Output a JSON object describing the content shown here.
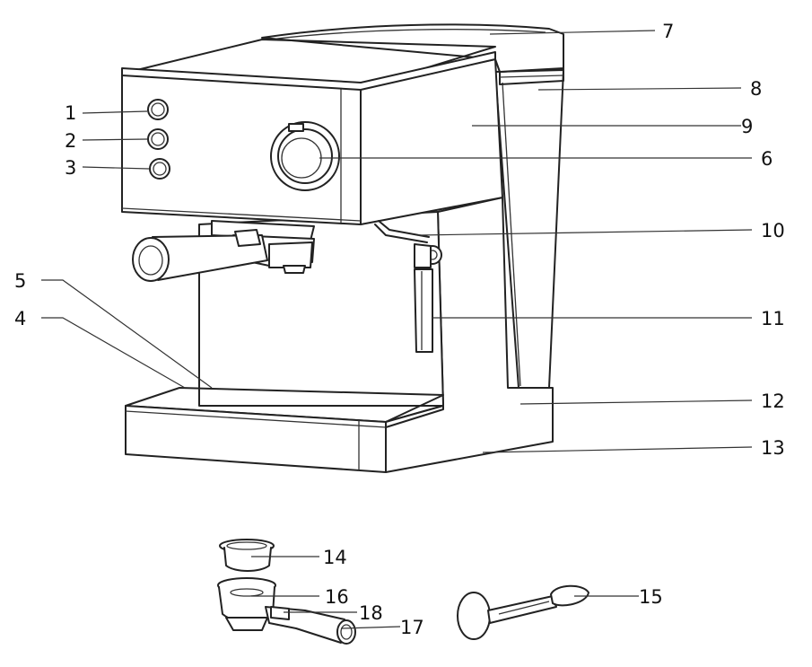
{
  "diagram": {
    "type": "parts-callout-diagram",
    "callouts": [
      {
        "id": "1",
        "label": "1"
      },
      {
        "id": "2",
        "label": "2"
      },
      {
        "id": "3",
        "label": "3"
      },
      {
        "id": "4",
        "label": "4"
      },
      {
        "id": "5",
        "label": "5"
      },
      {
        "id": "6",
        "label": "6"
      },
      {
        "id": "7",
        "label": "7"
      },
      {
        "id": "8",
        "label": "8"
      },
      {
        "id": "9",
        "label": "9"
      },
      {
        "id": "10",
        "label": "10"
      },
      {
        "id": "11",
        "label": "11"
      },
      {
        "id": "12",
        "label": "12"
      },
      {
        "id": "13",
        "label": "13"
      },
      {
        "id": "14",
        "label": "14"
      },
      {
        "id": "15",
        "label": "15"
      },
      {
        "id": "16",
        "label": "16"
      },
      {
        "id": "17",
        "label": "17"
      },
      {
        "id": "18",
        "label": "18"
      }
    ]
  }
}
